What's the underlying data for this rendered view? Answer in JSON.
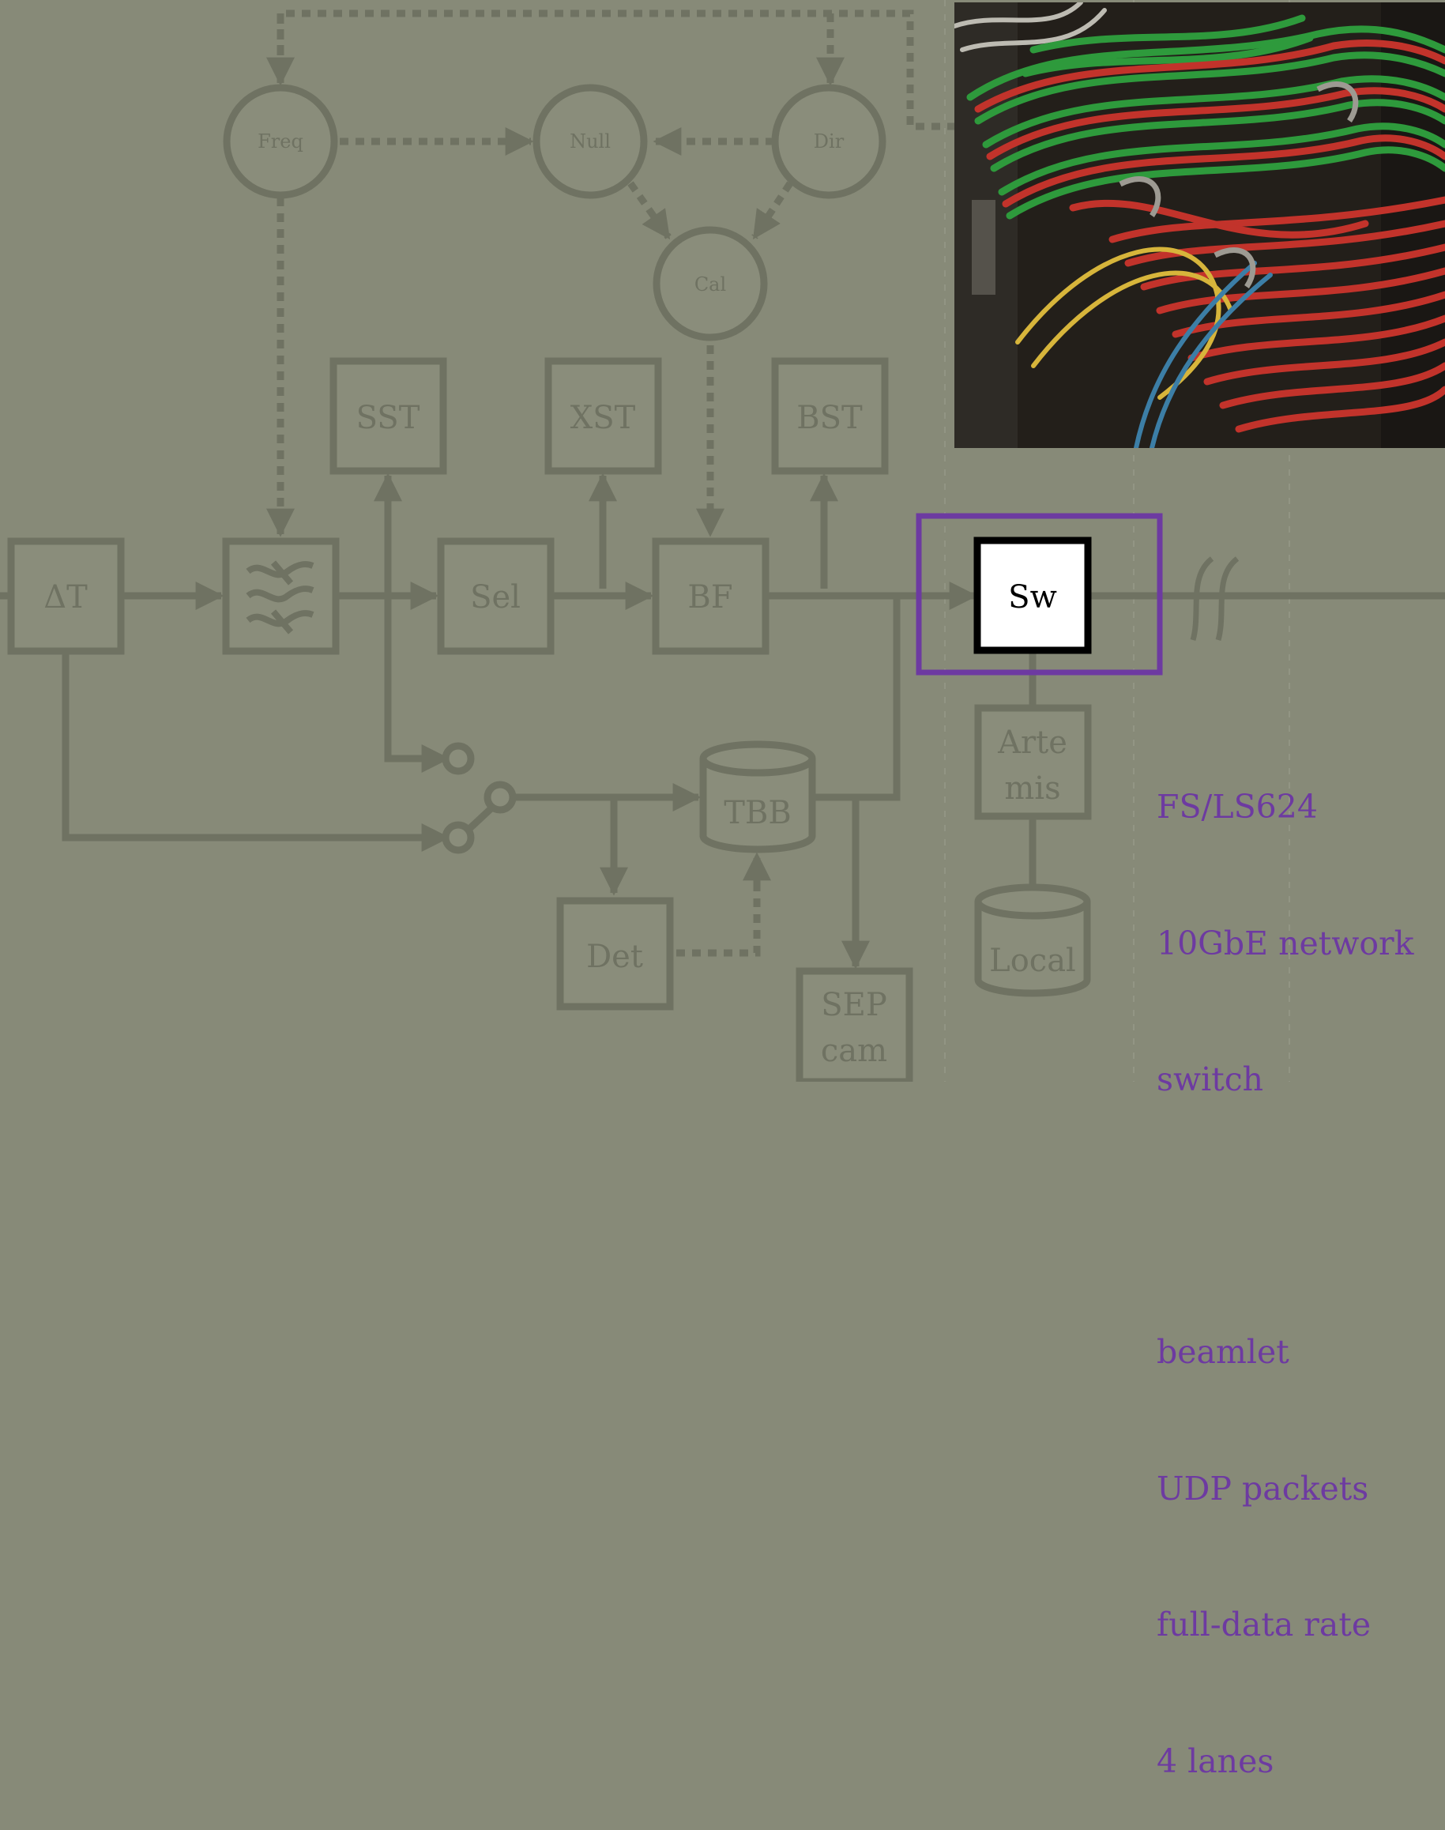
{
  "nodes": {
    "freq": "Freq",
    "null": "Null",
    "dir": "Dir",
    "cal": "Cal",
    "sst": "SST",
    "xst": "XST",
    "bst": "BST",
    "delay": "ΔT",
    "sel": "Sel",
    "bf": "BF",
    "sw": "Sw",
    "artemis_1": "Arte",
    "artemis_2": "mis",
    "tbb": "TBB",
    "det": "Det",
    "sep_1": "SEP",
    "sep_2": "cam",
    "local": "Local"
  },
  "annotation": {
    "device": [
      "FS/LS624",
      "10GbE network",
      "switch"
    ],
    "traffic": [
      "beamlet",
      "UDP packets",
      "full-data rate",
      "4 lanes"
    ]
  },
  "photo": {
    "subject": "rack of network cables (green, red, yellow, blue)"
  },
  "colors": {
    "background": "#878a78",
    "element": "#6f7262",
    "element_fill": "#8a8d7b",
    "highlight": "#6d3aa1",
    "active_box": "#ffffff"
  }
}
